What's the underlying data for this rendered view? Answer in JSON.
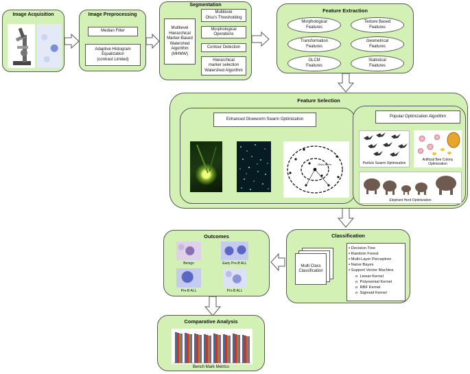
{
  "acquisition": {
    "title": "Image Acquisition"
  },
  "preprocessing": {
    "title": "Image Preprocessing",
    "median": "Median Filter",
    "adaptive_l1": "Adaptive Histogram",
    "adaptive_l2": "Equalization",
    "adaptive_l3": "(contrast Limited)"
  },
  "segmentation": {
    "title": "Segmentation",
    "left_lines": [
      "Multilevel",
      "Hierarchical",
      "Marker-Based",
      "Watershed",
      "Algorithm",
      "(MHMW)"
    ],
    "otsu": [
      "Multilevel",
      "Otsu's Thresholding"
    ],
    "morph": [
      "Morphological",
      "Operations"
    ],
    "contour": "Contour Detection",
    "hier": [
      "Hierarchical",
      "marker selection",
      "Watershed Algorithm"
    ]
  },
  "feature_extraction": {
    "title": "Feature Extraction",
    "features": [
      [
        "Morphological",
        "Features"
      ],
      [
        "Texture Based",
        "Features"
      ],
      [
        "Transformation",
        "Features"
      ],
      [
        "Geometrical",
        "Features"
      ],
      [
        "GLCM",
        "Features"
      ],
      [
        "Statistical",
        "Features"
      ]
    ]
  },
  "feature_selection": {
    "title": "Feature Selection",
    "egso_title": "Enhanced Glowworm Swarm Optimization",
    "glow_label": "Glow worm",
    "popular_title": "Popular Optimization Algorithm",
    "pso": "Particle Swarm Optimization",
    "abc": [
      "Artificial Bee Colony",
      "Optimization"
    ],
    "eho": "Elephant Herd Optimization"
  },
  "classification": {
    "title": "Classification",
    "multi": [
      "Multi Class",
      "Classification"
    ],
    "items": [
      "Decision Tree",
      "Random Forest",
      "Multi-Layer Perceptron",
      "Naïve Bayes",
      "Support Vector Machine"
    ],
    "svm_items": [
      "Linear Kernel",
      "Polynomial Kernel",
      "RBF Kernel",
      "Sigmoid Kernel"
    ]
  },
  "outcomes": {
    "title": "Outcomes",
    "labels": [
      "Benign",
      "Early Pre-B ALL",
      "Pre-B ALL",
      "Pro-B ALL"
    ]
  },
  "comparative": {
    "title": "Comparative Analysis",
    "caption": "Bench Mark Metrics"
  },
  "colors": {
    "panel": "#d3f0b5",
    "border": "#555555"
  }
}
